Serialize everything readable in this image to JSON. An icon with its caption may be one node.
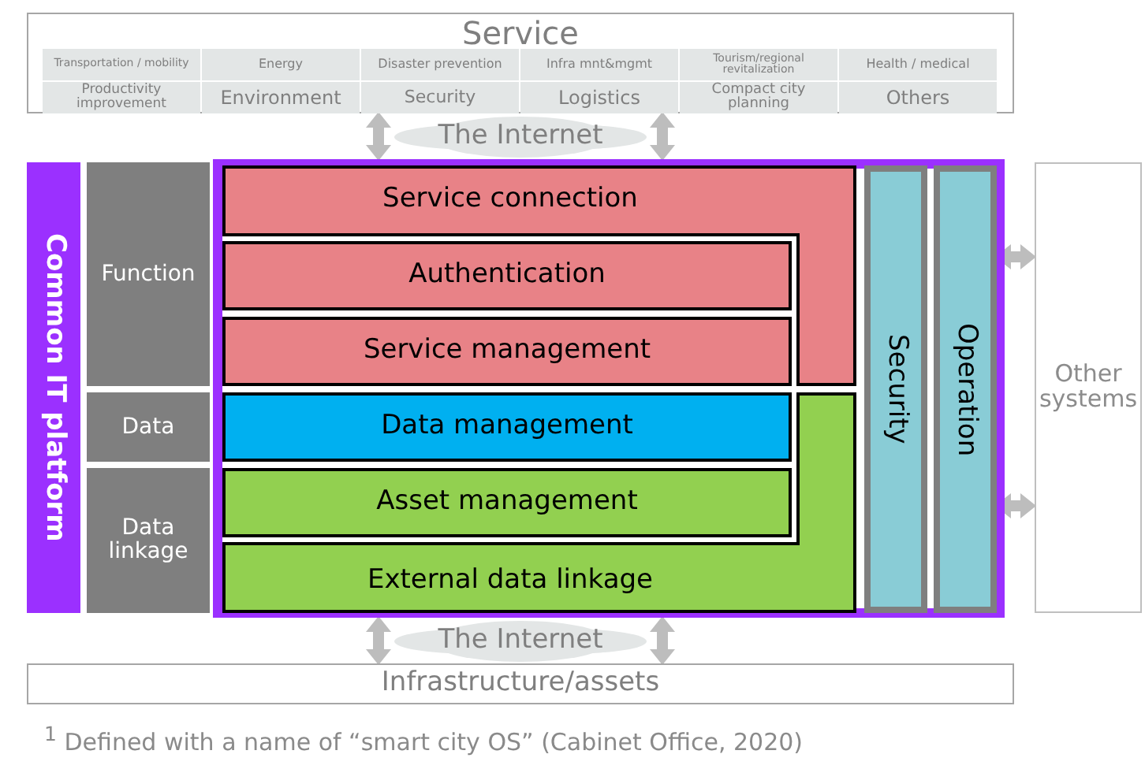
{
  "diagram": {
    "caption": "$^{1}$ Defined with a name of “smart city OS” (Cabinet Office, 2020)",
    "nodes": [
      {
        "text": [
          "Service"
        ]
      },
      {
        "text": [
          "Transportation / mobility"
        ],
        "in": 0
      },
      {
        "text": [
          "Energy"
        ],
        "in": 0
      },
      {
        "text": [
          "Disaster prevention"
        ],
        "in": 0
      },
      {
        "text": [
          "Infra mnt&mgmt"
        ],
        "in": 0
      },
      {
        "text": [
          "Tourism/regional revitalization"
        ],
        "in": 0
      },
      {
        "text": [
          "Health / medical"
        ],
        "in": 0
      },
      {
        "text": [
          "Productivity improvement"
        ],
        "in": 0
      },
      {
        "text": [
          "Environment"
        ],
        "in": 0
      },
      {
        "text": [
          "Security"
        ],
        "in": 0
      },
      {
        "text": [
          "Logistics"
        ],
        "in": 0
      },
      {
        "text": [
          "Compact city planning"
        ],
        "in": 0
      },
      {
        "text": [
          "Others"
        ],
        "in": 0
      },
      {
        "text": [
          "The Internet"
        ]
      },
      {
        "text": [
          "Common IT platform"
        ]
      },
      {
        "text": [
          "Function"
        ]
      },
      {
        "text": [
          "Data"
        ]
      },
      {
        "text": [
          "Data linkage"
        ]
      },
      {
        "text": [],
        "shape": "box"
      },
      {
        "text": [
          "Service connection"
        ],
        "in": 18
      },
      {
        "text": [
          "Authentication"
        ],
        "in": 18
      },
      {
        "text": [
          "Service management"
        ],
        "in": 18
      },
      {
        "text": [
          "Data management"
        ],
        "in": 18
      },
      {
        "text": [
          "Asset management"
        ],
        "in": 18
      },
      {
        "text": [
          "External data linkage"
        ],
        "in": 18
      },
      {
        "text": [
          "Security"
        ],
        "in": 18
      },
      {
        "text": [
          "Operation"
        ],
        "in": 18
      },
      {
        "text": [
          "Other systems"
        ]
      },
      {
        "text": [
          "The Internet"
        ]
      },
      {
        "text": [
          "Infrastructure/assets"
        ]
      }
    ],
    "edges": [
      {
        "from": 0,
        "to": 18,
        "arrow": "both"
      },
      {
        "from": 0,
        "to": 18,
        "arrow": "both"
      },
      {
        "from": 26,
        "to": 27,
        "arrow": "both"
      },
      {
        "from": 26,
        "to": 27,
        "arrow": "both"
      },
      {
        "from": 18,
        "to": 29,
        "arrow": "both"
      },
      {
        "from": 18,
        "to": 29,
        "arrow": "both"
      }
    ]
  }
}
